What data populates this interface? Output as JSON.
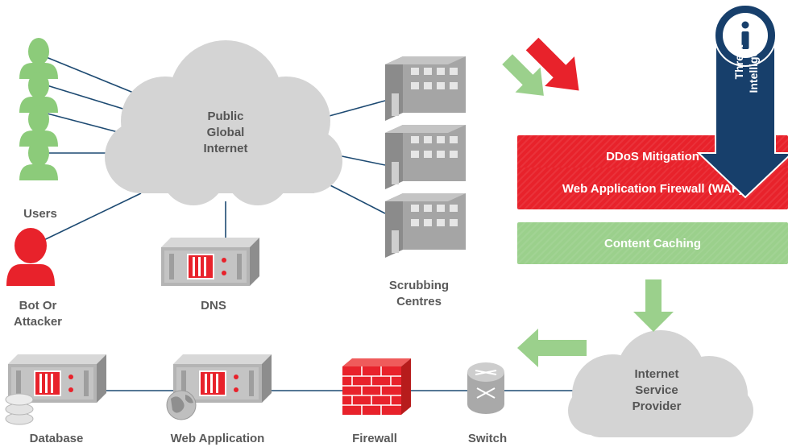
{
  "labels": {
    "public_internet": "Public\nGlobal\nInternet",
    "users": "Users",
    "bot_attacker": "Bot Or\nAttacker",
    "dns": "DNS",
    "scrubbing_centres": "Scrubbing\nCentres",
    "ddos_mitigation": "DDoS Mitigation",
    "waf": "Web Application Firewall (WAF)",
    "content_caching": "Content Caching",
    "threat_intelligence": "Threat\nIntelligence",
    "isp": "Internet\nService\nProvider",
    "database": "Database",
    "web_application": "Web Application",
    "firewall": "Firewall",
    "switch": "Switch"
  },
  "colors": {
    "red": "#e8222b",
    "green": "#9bd08c",
    "cloud": "#d4d4d4",
    "navy": "#173f6b",
    "line": "#1d4a72"
  }
}
